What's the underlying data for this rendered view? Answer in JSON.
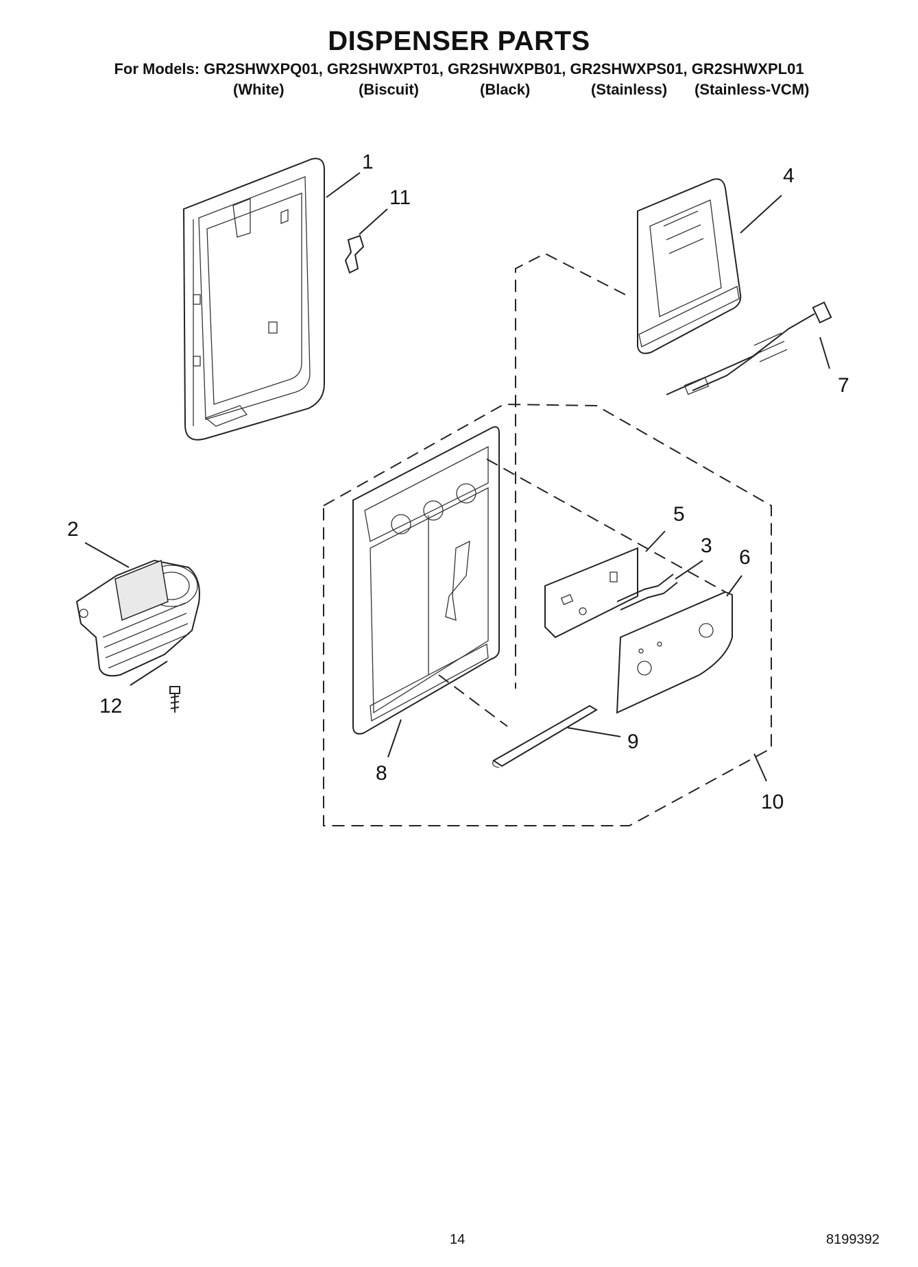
{
  "header": {
    "title": "DISPENSER PARTS",
    "models_line": "For Models: GR2SHWXPQ01, GR2SHWXPT01, GR2SHWXPB01, GR2SHWXPS01, GR2SHWXPL01",
    "colors": [
      "(White)",
      "(Biscuit)",
      "(Black)",
      "(Stainless)",
      "(Stainless-VCM)"
    ]
  },
  "callouts": [
    "1",
    "2",
    "3",
    "4",
    "5",
    "6",
    "7",
    "8",
    "9",
    "10",
    "11",
    "12"
  ],
  "footer": {
    "page_number": "14",
    "doc_number": "8199392"
  }
}
